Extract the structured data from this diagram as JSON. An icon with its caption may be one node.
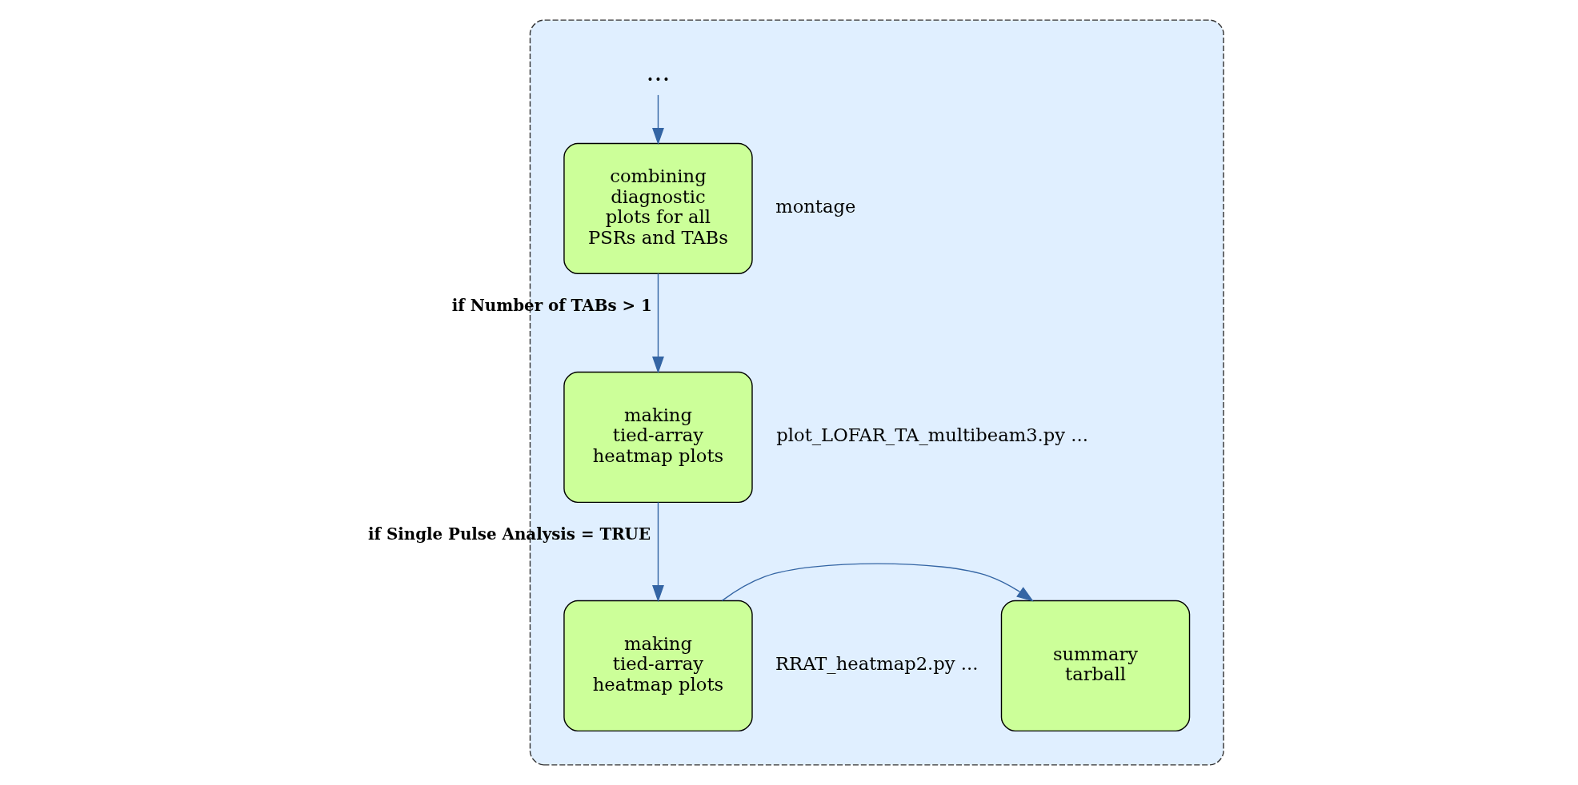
{
  "diagram": {
    "nodes": [
      {
        "text": [],
        "shape": "box"
      },
      {
        "text": [
          "..."
        ],
        "in": 0
      },
      {
        "text": [
          "combining diagnostic plots for all PSRs and TABs"
        ],
        "in": 0,
        "beside": [
          "montage"
        ]
      },
      {
        "text": [
          "making tied-array heatmap plots"
        ],
        "in": 0,
        "beside": [
          "plot_LOFAR_TA_multibeam3.py ..."
        ]
      },
      {
        "text": [
          "making tied-array heatmap plots"
        ],
        "in": 0,
        "beside": [
          "RRAT_heatmap2.py ..."
        ]
      },
      {
        "text": [
          "summary tarball"
        ],
        "in": 0
      }
    ],
    "edges": [
      {
        "from": 1,
        "to": 2,
        "arrow": "to"
      },
      {
        "from": 2,
        "to": 3,
        "arrow": "to",
        "label": "if Number of TABs > 1"
      },
      {
        "from": 3,
        "to": 4,
        "arrow": "to",
        "label": "if Single Pulse Analysis = TRUE"
      },
      {
        "from": 4,
        "to": 5,
        "arrow": "to"
      }
    ]
  }
}
